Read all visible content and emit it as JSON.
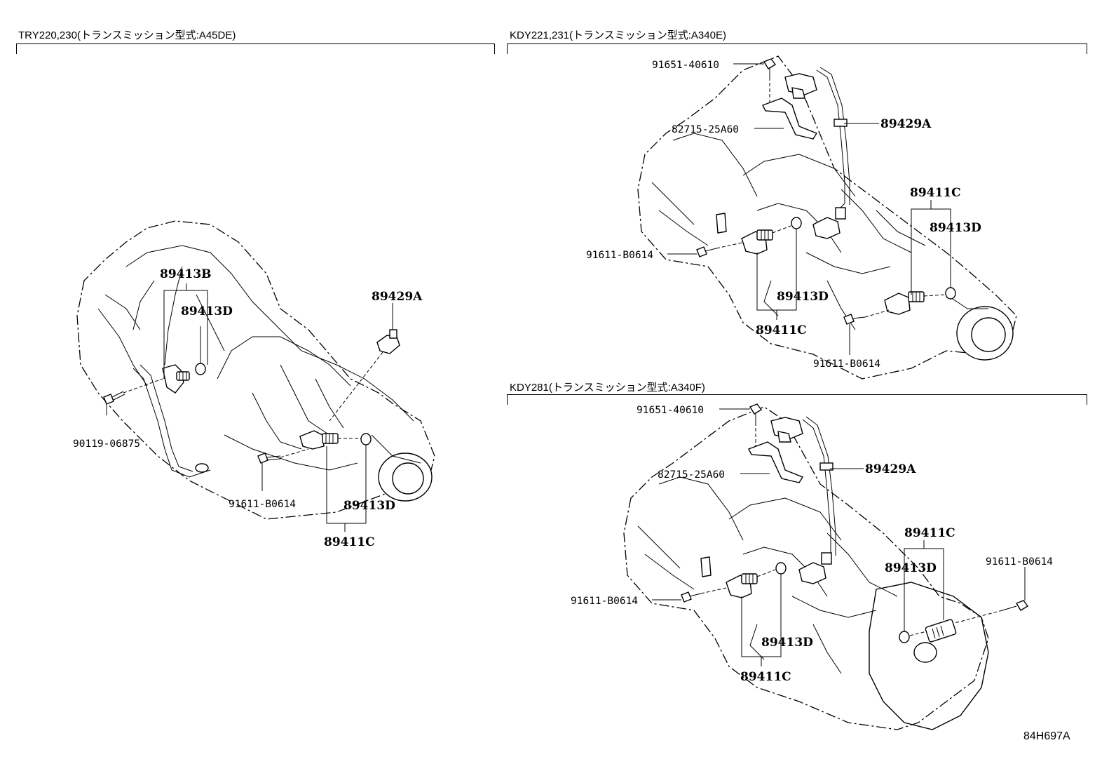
{
  "sections": [
    {
      "title": "TRY220,230(トランスミッション型式:A45DE)"
    },
    {
      "title": "KDY221,231(トランスミッション型式:A340E)"
    },
    {
      "title": "KDY281(トランスミッション型式:A340F)"
    }
  ],
  "figure_code": "84H697A",
  "callouts": {
    "s1": {
      "p89413B": "89413B",
      "p89413D_top": "89413D",
      "p89429A": "89429A",
      "p90119": "90119-06875",
      "p91611": "91611-B0614",
      "p89413D_bottom": "89413D",
      "p89411C": "89411C"
    },
    "s2": {
      "p91651": "91651-40610",
      "p82715": "82715-25A60",
      "p89429A": "89429A",
      "p89411C_right": "89411C",
      "p89413D_right": "89413D",
      "p91611_left": "91611-B0614",
      "p89413D_mid": "89413D",
      "p89411C_mid": "89411C",
      "p91611_bottom": "91611-B0614"
    },
    "s3": {
      "p91651": "91651-40610",
      "p82715": "82715-25A60",
      "p89429A": "89429A",
      "p89411C_right": "89411C",
      "p89413D_right": "89413D",
      "p91611_right": "91611-B0614",
      "p91611_left": "91611-B0614",
      "p89413D_mid": "89413D",
      "p89411C_mid": "89411C"
    }
  }
}
